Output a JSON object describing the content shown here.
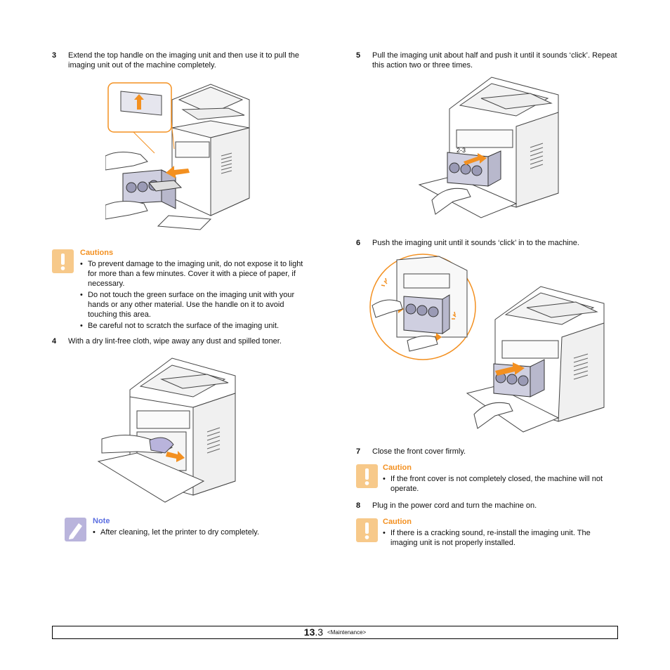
{
  "steps": {
    "s3": {
      "num": "3",
      "text": "Extend the top handle on the imaging unit and then use it to pull the imaging unit out of the machine completely."
    },
    "s4": {
      "num": "4",
      "text": "With a dry lint-free cloth, wipe away any dust and spilled toner."
    },
    "s5": {
      "num": "5",
      "text": "Pull the imaging unit about half and push it until it sounds ‘click’. Repeat this action two or three times."
    },
    "s6": {
      "num": "6",
      "text": "Push the imaging unit until it sounds ‘click’ in to the machine."
    },
    "s7": {
      "num": "7",
      "text": "Close the front cover firmly."
    },
    "s8": {
      "num": "8",
      "text": "Plug in the power cord and turn the machine on."
    }
  },
  "cautions": {
    "title": "Cautions",
    "items": [
      "To prevent damage to the imaging unit, do not expose it to light for more than a few minutes. Cover it with a piece of paper, if necessary.",
      "Do not touch the green surface on the imaging unit with your hands or any other material. Use the handle on it to avoid touching this area.",
      "Be careful not to scratch the surface of the imaging unit."
    ]
  },
  "note": {
    "title": "Note",
    "items": [
      "After cleaning, let the printer to dry completely."
    ]
  },
  "caution1": {
    "title": "Caution",
    "items": [
      "If the front cover is not completely closed, the machine will not operate."
    ]
  },
  "caution2": {
    "title": "Caution",
    "items": [
      "If there is a cracking sound, re-install the imaging unit. The imaging unit is not properly installed."
    ]
  },
  "figures": {
    "fig5_label": "2-3"
  },
  "footer": {
    "chapter": "13",
    "page": ".3",
    "section": "<Maintenance>"
  },
  "colors": {
    "accent": "#f39020",
    "note_blue": "#5b6ee1",
    "caution_icon": "#f7c98a",
    "note_icon": "#b9b4dc"
  },
  "icons": {
    "caution": "exclamation-icon",
    "note": "pencil-icon"
  }
}
